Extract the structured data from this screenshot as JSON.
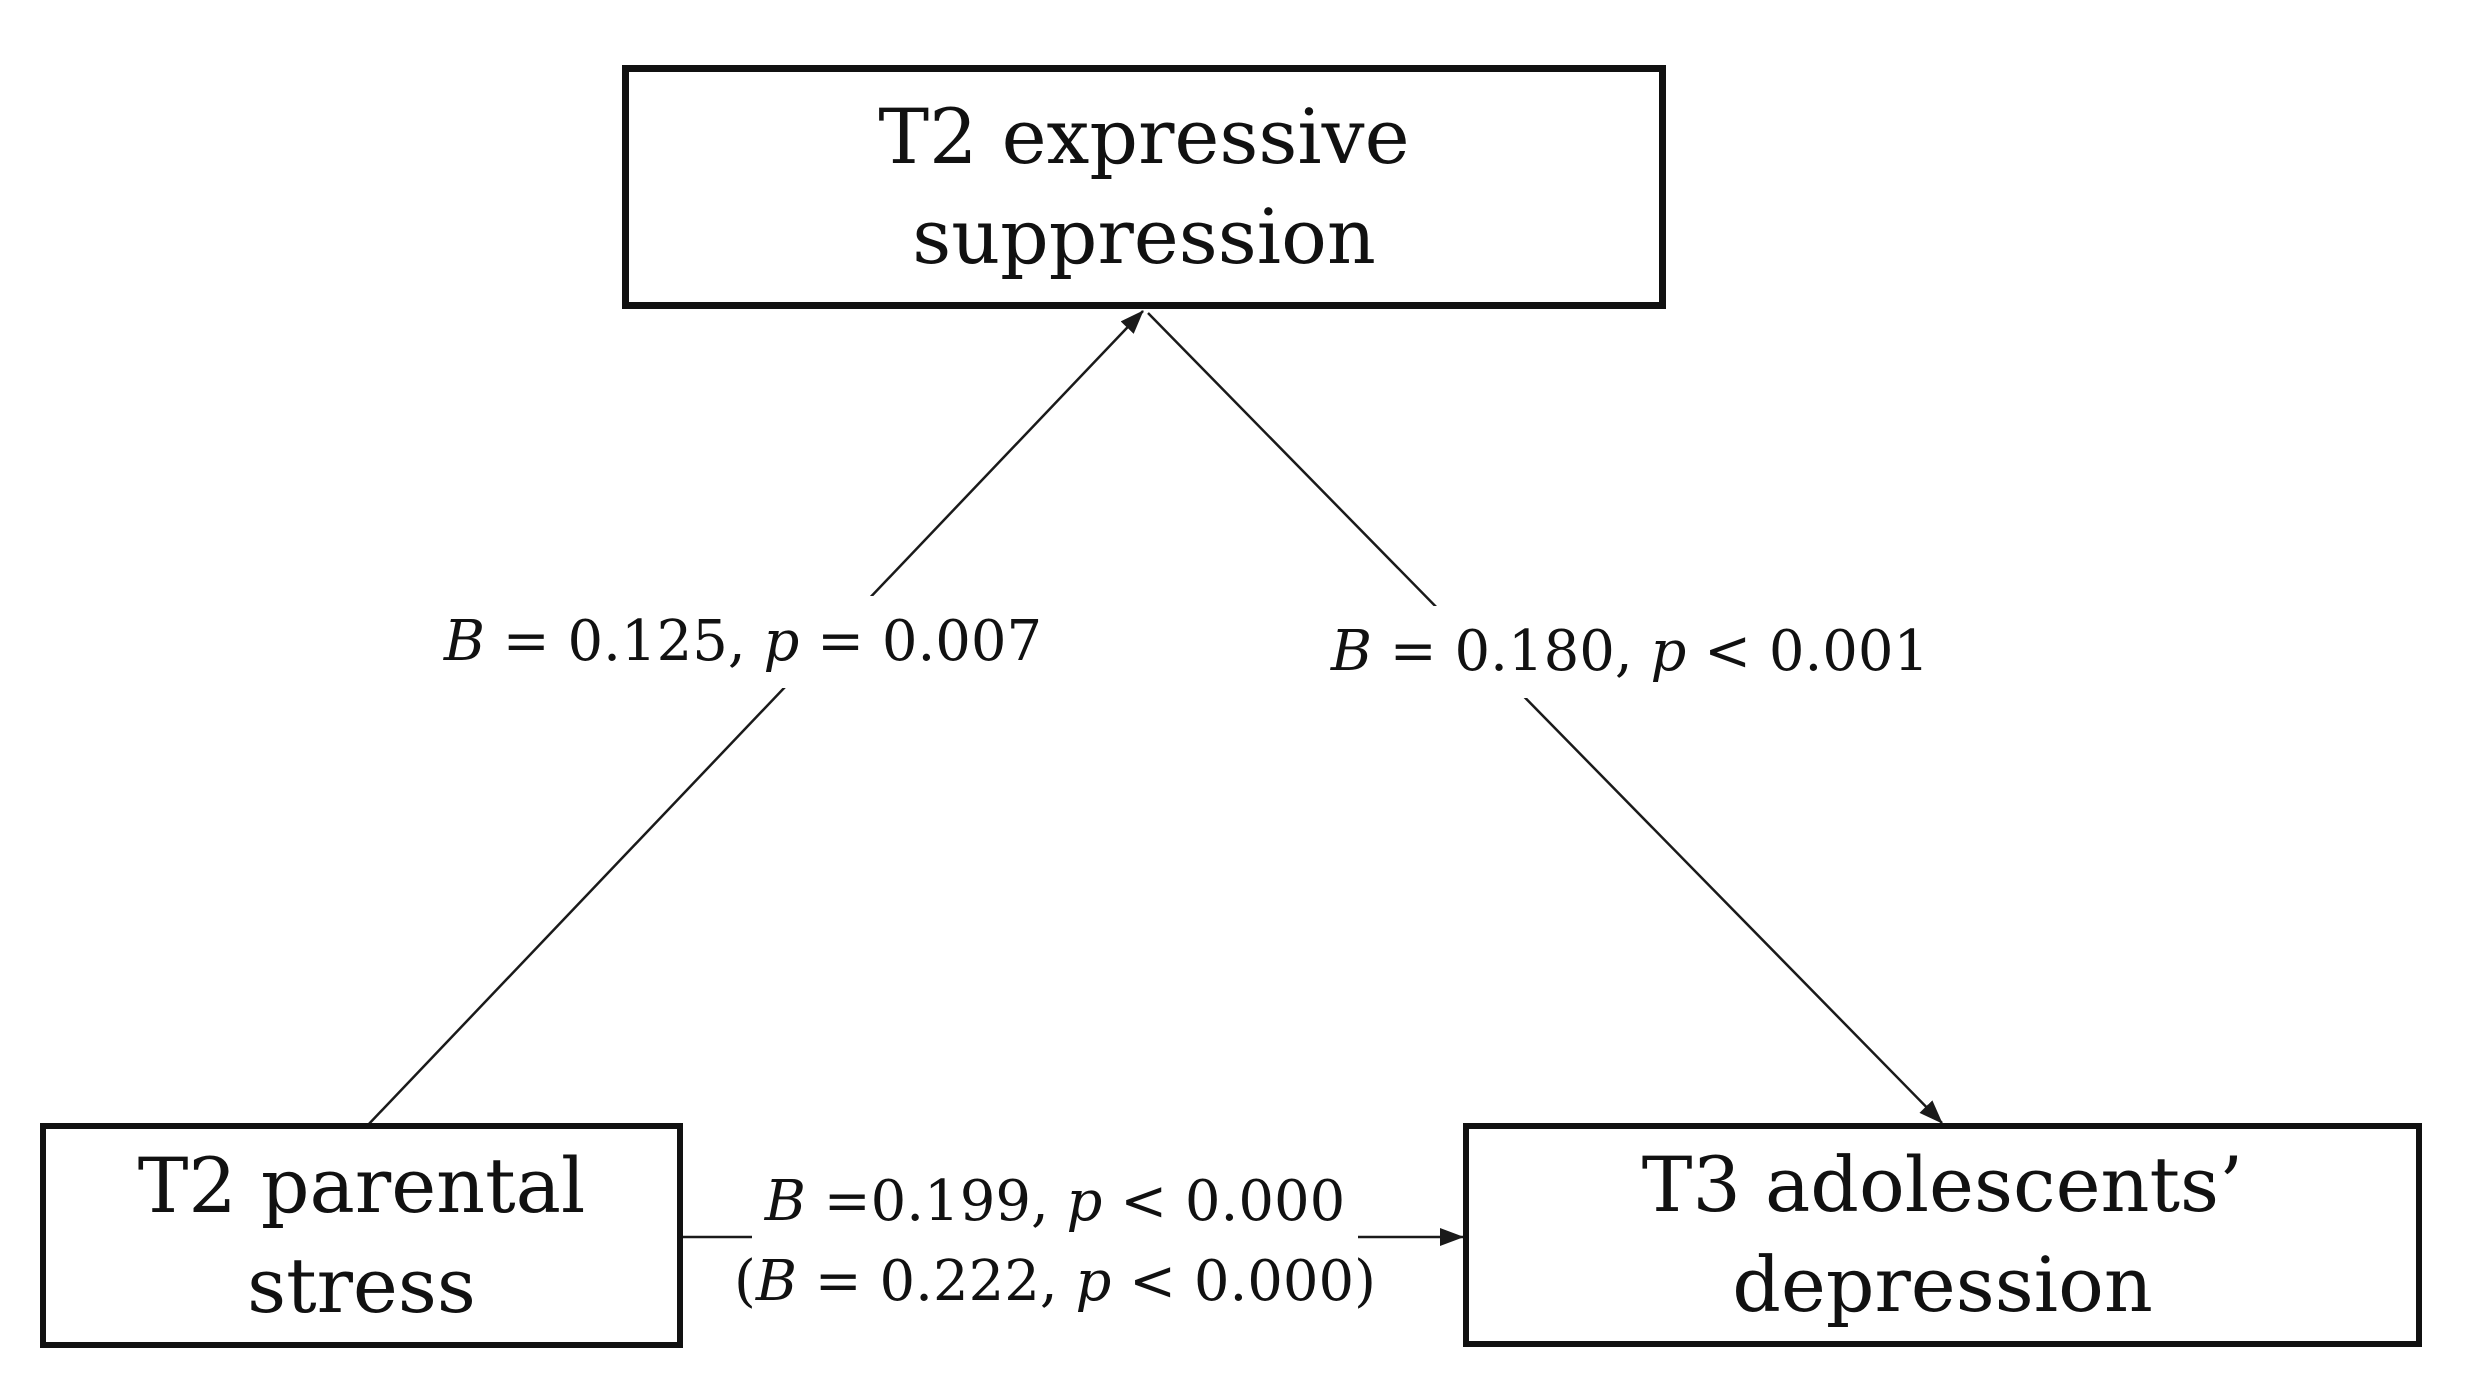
{
  "figure": {
    "kind": "mediation-path-diagram",
    "background_color": "#ffffff",
    "stroke_color": "#1a1a1a",
    "box_border_color": "#111111"
  },
  "nodes": {
    "mediator": {
      "line1": "T2 expressive",
      "line2": "suppression"
    },
    "predictor": {
      "line1": "T2 parental",
      "line2": "stress"
    },
    "outcome": {
      "line1": "T3 adolescents’",
      "line2": "depression"
    }
  },
  "paths": {
    "a": {
      "p0": "B",
      "p1": " = 0.125, ",
      "p2": "p",
      "p3": " = 0.007"
    },
    "b": {
      "p0": "B",
      "p1": " = 0.180, ",
      "p2": "p",
      "p3": " < 0.001"
    },
    "c_direct": {
      "p0": "B",
      "p1": " =0.199, ",
      "p2": "p",
      "p3": " < 0.000"
    },
    "c_total": {
      "p0": "(",
      "p1": "B",
      "p2": " = 0.222, ",
      "p3": "p",
      "p4": " < 0.000",
      "p5": ")"
    }
  }
}
